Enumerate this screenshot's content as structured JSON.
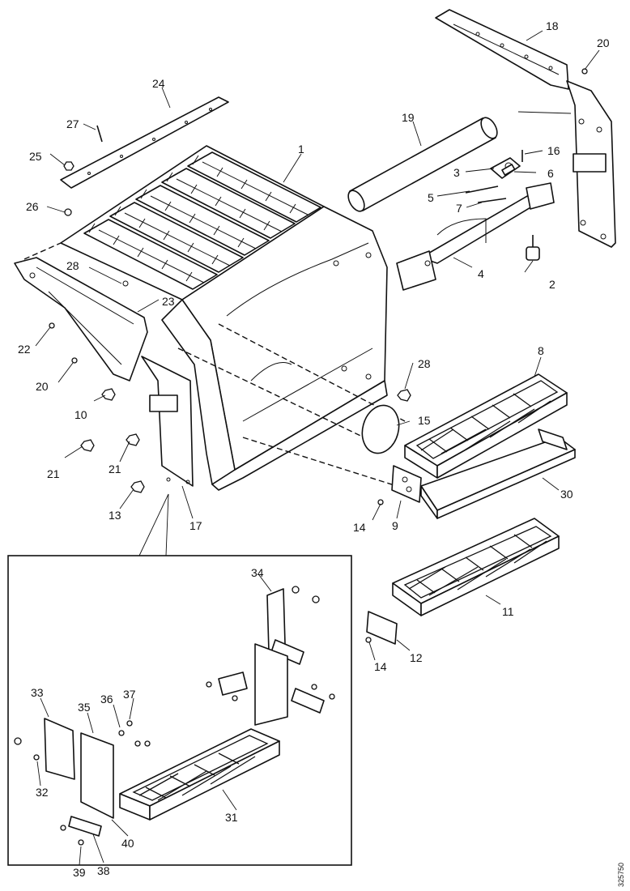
{
  "callouts": [
    {
      "id": "c1",
      "label": "1"
    },
    {
      "id": "c2",
      "label": "2"
    },
    {
      "id": "c3",
      "label": "3"
    },
    {
      "id": "c4",
      "label": "4"
    },
    {
      "id": "c5",
      "label": "5"
    },
    {
      "id": "c6",
      "label": "6"
    },
    {
      "id": "c7",
      "label": "7"
    },
    {
      "id": "c8",
      "label": "8"
    },
    {
      "id": "c9",
      "label": "9"
    },
    {
      "id": "c10",
      "label": "10"
    },
    {
      "id": "c11",
      "label": "11"
    },
    {
      "id": "c12",
      "label": "12"
    },
    {
      "id": "c13",
      "label": "13"
    },
    {
      "id": "c14a",
      "label": "14"
    },
    {
      "id": "c14b",
      "label": "14"
    },
    {
      "id": "c15",
      "label": "15"
    },
    {
      "id": "c16",
      "label": "16"
    },
    {
      "id": "c17",
      "label": "17"
    },
    {
      "id": "c18",
      "label": "18"
    },
    {
      "id": "c19",
      "label": "19"
    },
    {
      "id": "c20a",
      "label": "20"
    },
    {
      "id": "c20b",
      "label": "20"
    },
    {
      "id": "c21a",
      "label": "21"
    },
    {
      "id": "c21b",
      "label": "21"
    },
    {
      "id": "c22",
      "label": "22"
    },
    {
      "id": "c23",
      "label": "23"
    },
    {
      "id": "c24",
      "label": "24"
    },
    {
      "id": "c25",
      "label": "25"
    },
    {
      "id": "c26",
      "label": "26"
    },
    {
      "id": "c27",
      "label": "27"
    },
    {
      "id": "c28a",
      "label": "28"
    },
    {
      "id": "c28b",
      "label": "28"
    },
    {
      "id": "c30",
      "label": "30"
    },
    {
      "id": "c31",
      "label": "31"
    },
    {
      "id": "c32",
      "label": "32"
    },
    {
      "id": "c33",
      "label": "33"
    },
    {
      "id": "c34",
      "label": "34"
    },
    {
      "id": "c35",
      "label": "35"
    },
    {
      "id": "c36",
      "label": "36"
    },
    {
      "id": "c37",
      "label": "37"
    },
    {
      "id": "c38",
      "label": "38"
    },
    {
      "id": "c39",
      "label": "39"
    },
    {
      "id": "c40",
      "label": "40"
    }
  ],
  "figure_code": "325750"
}
